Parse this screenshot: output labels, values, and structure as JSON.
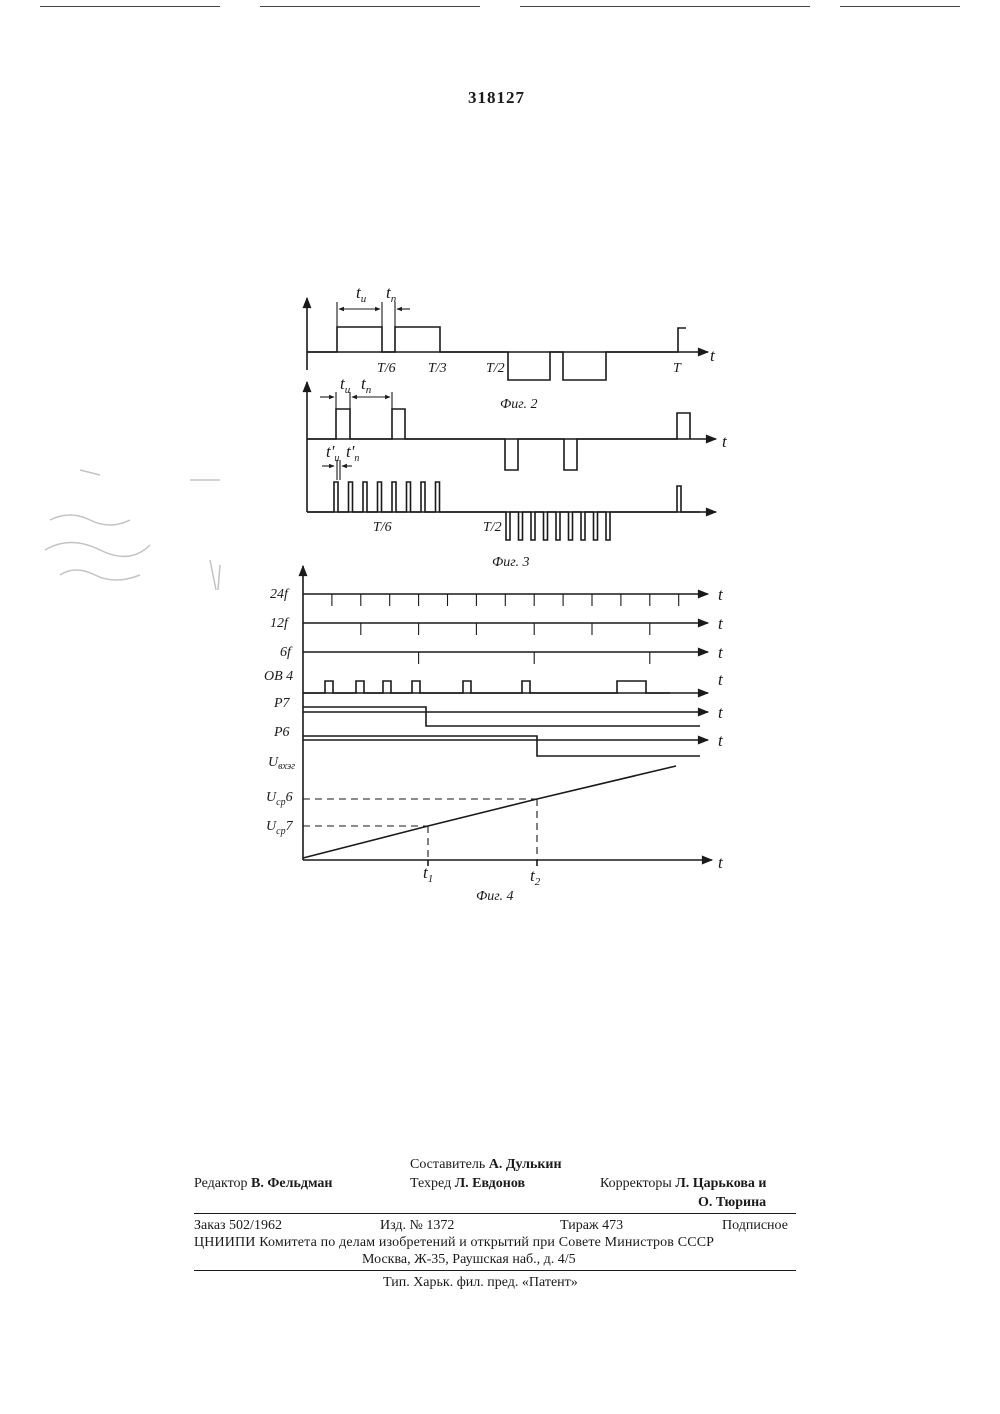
{
  "patent_number": "318127",
  "figures": {
    "fig2": {
      "caption": "Фиг. 2",
      "labels": {
        "t_u": "t",
        "t_u_sub": "и",
        "t_p": "t",
        "t_p_sub": "п",
        "T6": "T/6",
        "T3": "T/3",
        "T2": "T/2",
        "T": "T",
        "t": "t"
      }
    },
    "fig3": {
      "caption": "Фиг. 3",
      "labels": {
        "t_u": "t",
        "t_u_sub": "и",
        "t_p": "t",
        "t_p_sub": "п",
        "t_u2": "t'",
        "t_u2_sub": "и",
        "t_p2": "t'",
        "t_p2_sub": "п",
        "T6": "T/6",
        "T2": "T/2",
        "t": "t"
      }
    },
    "fig4": {
      "caption": "Фиг. 4",
      "rows": [
        "24f",
        "12f",
        "6f",
        "ОВ 4",
        "Р7",
        "Р6"
      ],
      "ylabel": "U",
      "ylabel_sub": "вхэг",
      "ucp6": "U",
      "ucp6_sub": "ср",
      "ucp6_num": "6",
      "ucp7": "U",
      "ucp7_sub": "ср",
      "ucp7_num": "7",
      "t1": "t",
      "t1_sub": "1",
      "t2": "t",
      "t2_sub": "2",
      "t": "t"
    }
  },
  "imprint": {
    "compiler_label": "Составитель",
    "compiler": "А. Дулькин",
    "editor_label": "Редактор",
    "editor": "В. Фельдман",
    "techred_label": "Техред",
    "techred": "Л. Евдонов",
    "correctors_label": "Корректоры",
    "correctors_1": "Л. Царькова и",
    "correctors_2": "О. Тюрина",
    "order": "Заказ 502/1962",
    "edition": "Изд. № 1372",
    "print_run": "Тираж 473",
    "subscription": "Подписное",
    "org_line": "ЦНИИПИ Комитета по делам изобретений и открытий при Совете Министров СССР",
    "address": "Москва, Ж-35, Раушская наб., д. 4/5",
    "printer": "Тип. Харьк. фил. пред. «Патент»"
  }
}
